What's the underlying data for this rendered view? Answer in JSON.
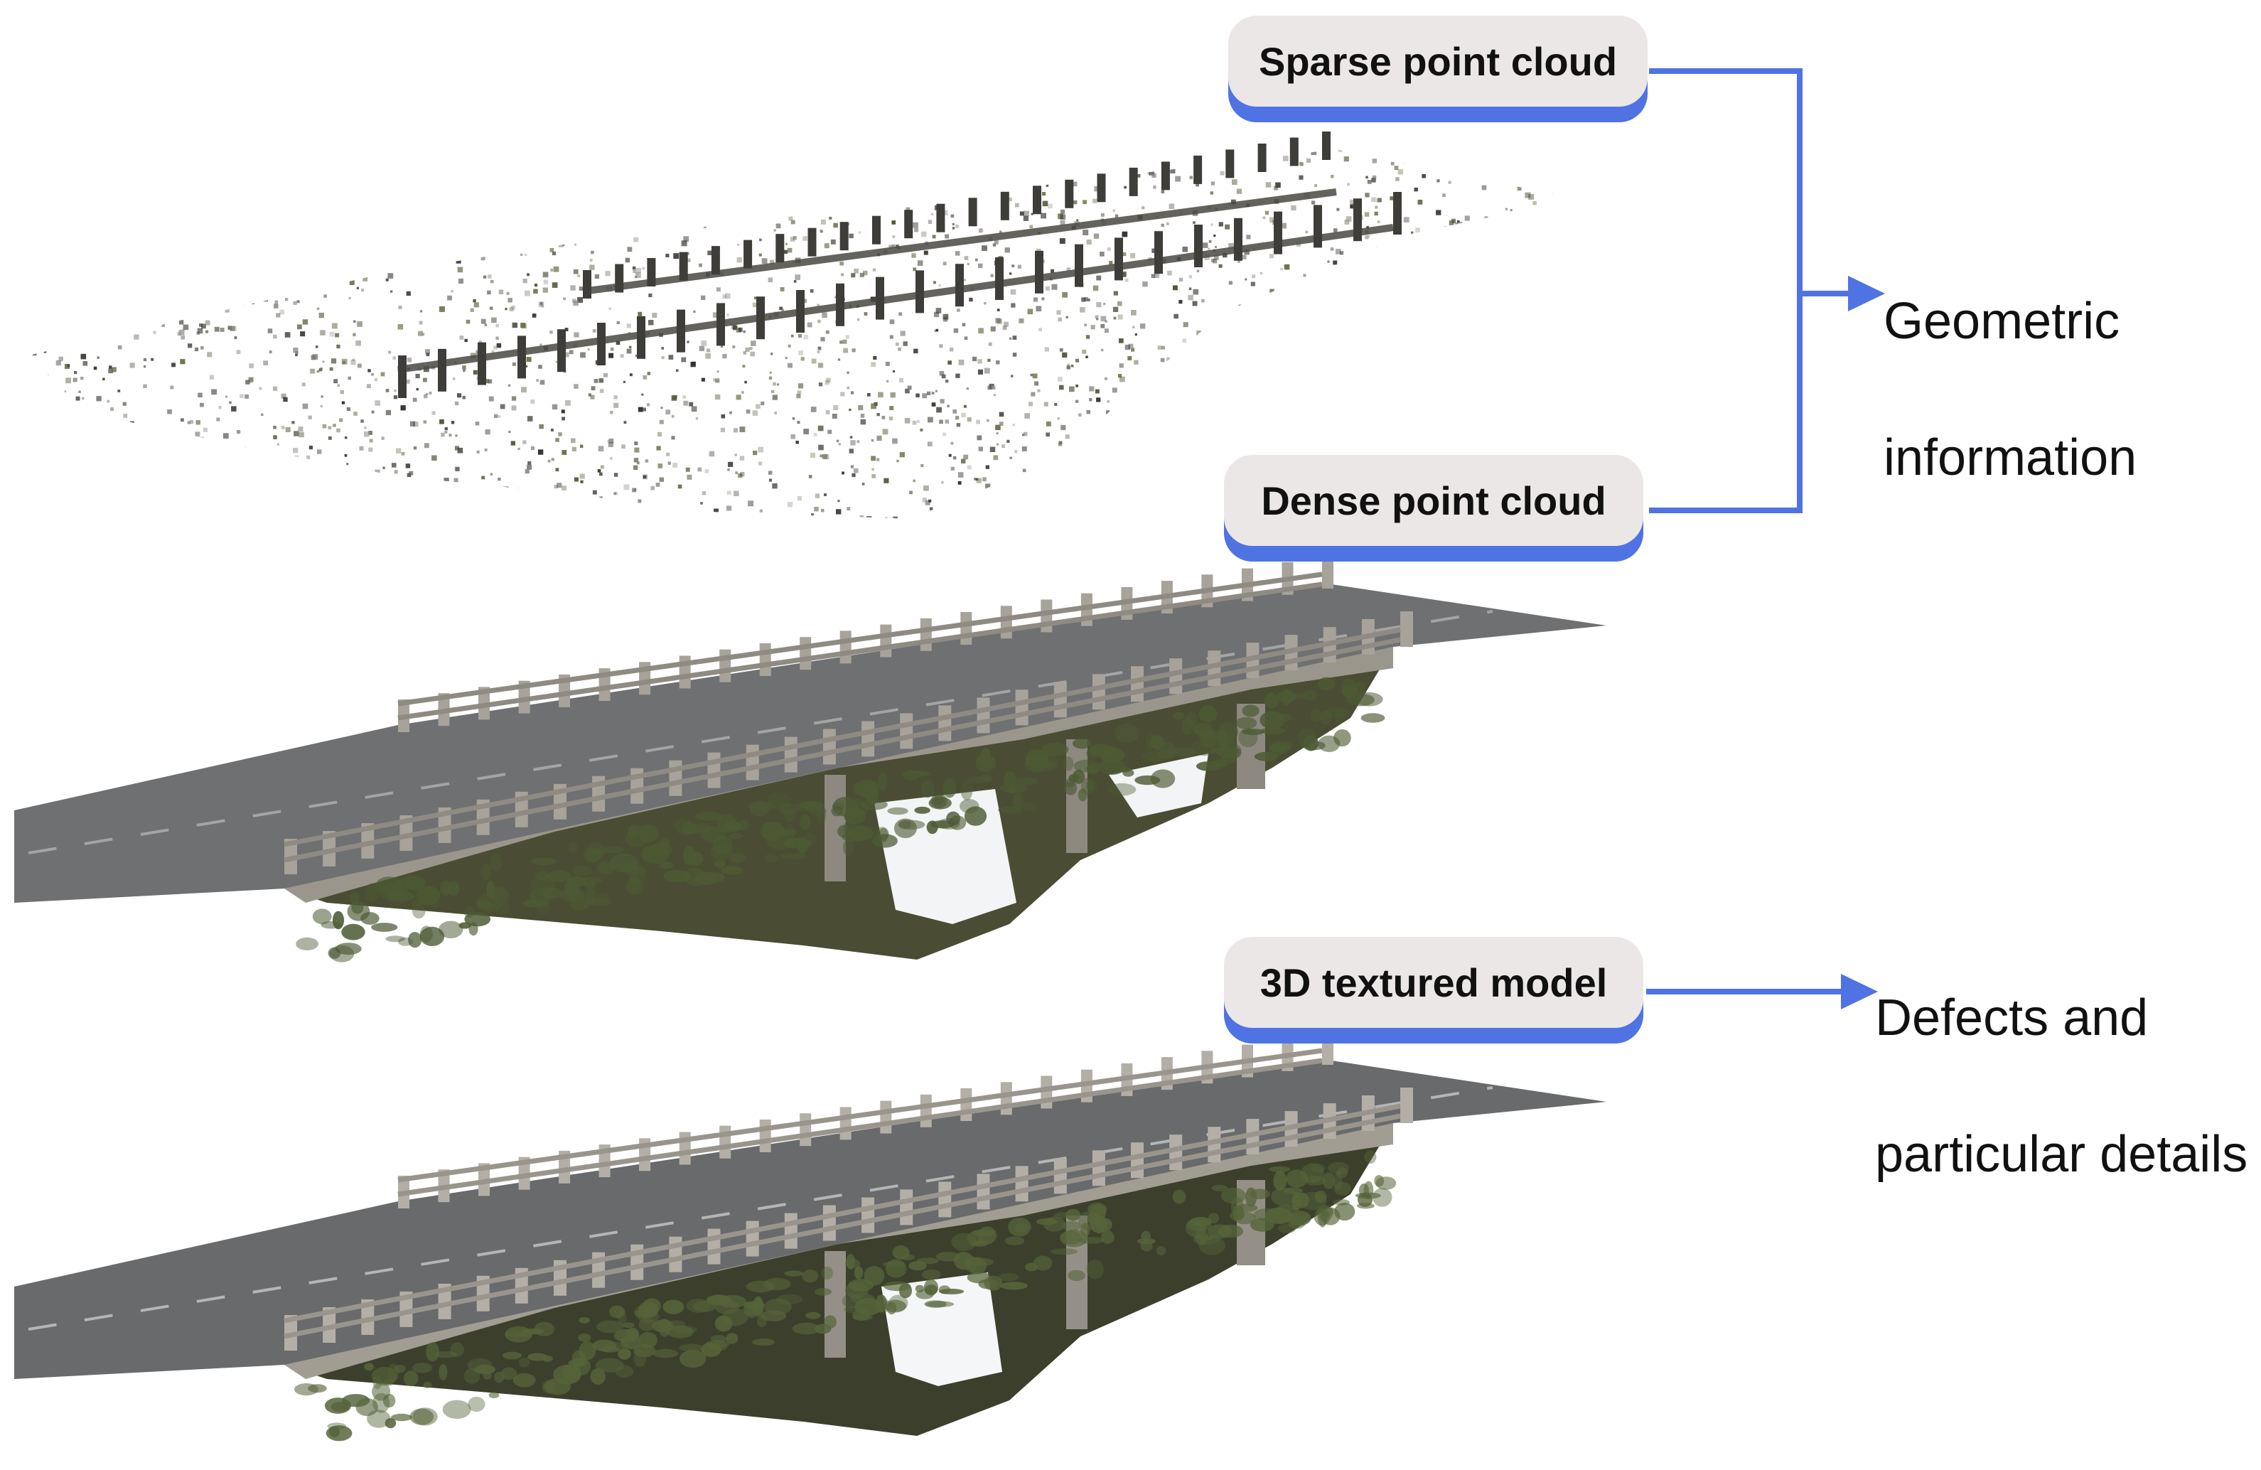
{
  "stages": [
    {
      "label": "Sparse point cloud",
      "model": "sparse-point-cloud"
    },
    {
      "label": "Dense point cloud",
      "model": "dense-point-cloud"
    },
    {
      "label": "3D textured model",
      "model": "textured-mesh"
    }
  ],
  "outputs": {
    "geometric": {
      "line1": "Geometric",
      "line2": "information"
    },
    "defects": {
      "line1": "Defects and",
      "line2": "particular details"
    }
  },
  "colors": {
    "accent": "#4f73e3",
    "pill_face": "#ece7e7",
    "road": "#6e7072",
    "concrete": "#9b968c",
    "vegetation": "#4d5a34",
    "shadow": "#2a2a26"
  },
  "icons": [
    "bridge-sparse-point-cloud-icon",
    "bridge-dense-point-cloud-icon",
    "bridge-textured-mesh-icon",
    "arrow-right-icon"
  ]
}
